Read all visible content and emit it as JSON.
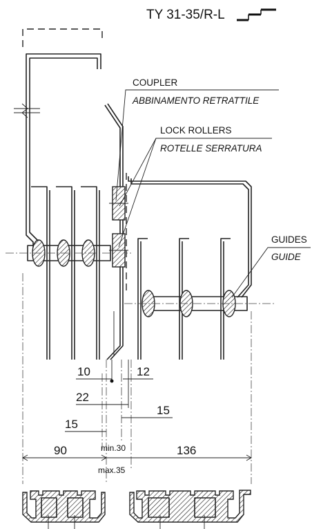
{
  "title": "TY 31-35/R-L",
  "callouts": {
    "coupler": "COUPLER",
    "coupler_it": "ABBINAMENTO RETRATTILE",
    "lock_rollers": "LOCK ROLLERS",
    "lock_rollers_it": "ROTELLE SERRATURA",
    "guides": "GUIDES",
    "guides_it": "GUIDE"
  },
  "dimensions": {
    "d10": "10",
    "d12": "12",
    "d22": "22",
    "d15_left": "15",
    "d15_right": "15",
    "d90": "90",
    "min30": "min.30",
    "d136": "136",
    "max35": "max.35"
  }
}
